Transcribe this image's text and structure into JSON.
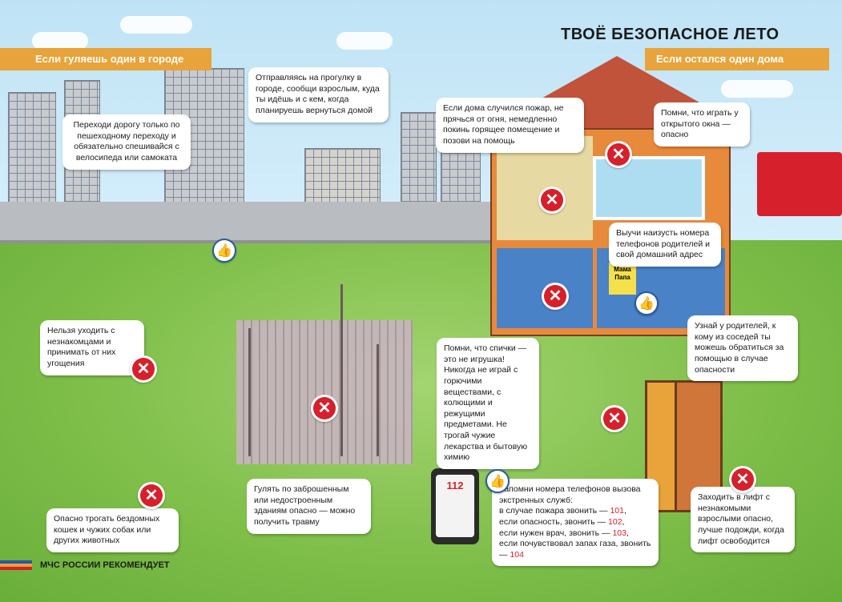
{
  "title": "ТВОЁ БЕЗОПАСНОЕ ЛЕТО",
  "sections": {
    "left": "Если гуляешь один в городе",
    "right": "Если остался один дома"
  },
  "bubbles": {
    "crossing": "Переходи дорогу только по пешеходному переходу и обязательно спешивайся с велосипеда или самоката",
    "walk": "Отправляясь на прогулку в городе, сообщи взрослым, куда ты идёшь и с кем, когда планируешь вернуться домой",
    "strangers": "Нельзя уходить с незнакомцами и принимать от них угощения",
    "animals": "Опасно трогать бездомных кошек  и чужих собак или других животных",
    "construction": "Гулять по заброшенным или недостроенным зданиям  опасно — можно получить травму",
    "fire": "Если дома случился пожар, не прячься от огня, немедленно покинь горящее помещение и позови на помощь",
    "window": "Помни, что играть у открытого окна — опасно",
    "phones": "Выучи наизусть номера телефонов родителей и свой домашний адрес",
    "neighbors": "Узнай у родителей, к кому из соседей ты можешь обратиться за помощью в случае опасности",
    "matches": "Помни, что спички — это не игрушка! Никогда не играй с горючими веществами, с колющими и режущими предметами. Не трогай чужие лекарства и бытовую химию",
    "elevator": "Заходить в лифт с незнакомыми взрослыми опасно, лучше подожди, когда лифт освободится"
  },
  "emergency": {
    "intro": "Запомни номера  телефонов вызова экстренных служб:",
    "rows": [
      {
        "label": "в случае пожара звонить  — ",
        "num": "101",
        "end": ","
      },
      {
        "label": "если опасность, звонить    — ",
        "num": "102",
        "end": ","
      },
      {
        "label": "если нужен врач, звонить — ",
        "num": "103",
        "end": ","
      },
      {
        "label": "если почувствовал запах газа, звонить — ",
        "num": "104",
        "end": ""
      }
    ]
  },
  "phone_screen": "112",
  "note_card": {
    "line1": "Мама",
    "line2": "Папа"
  },
  "footer": "МЧС РОССИИ РЕКОМЕНДУЕТ",
  "icons": {
    "no": "✕",
    "ok": "👍"
  }
}
